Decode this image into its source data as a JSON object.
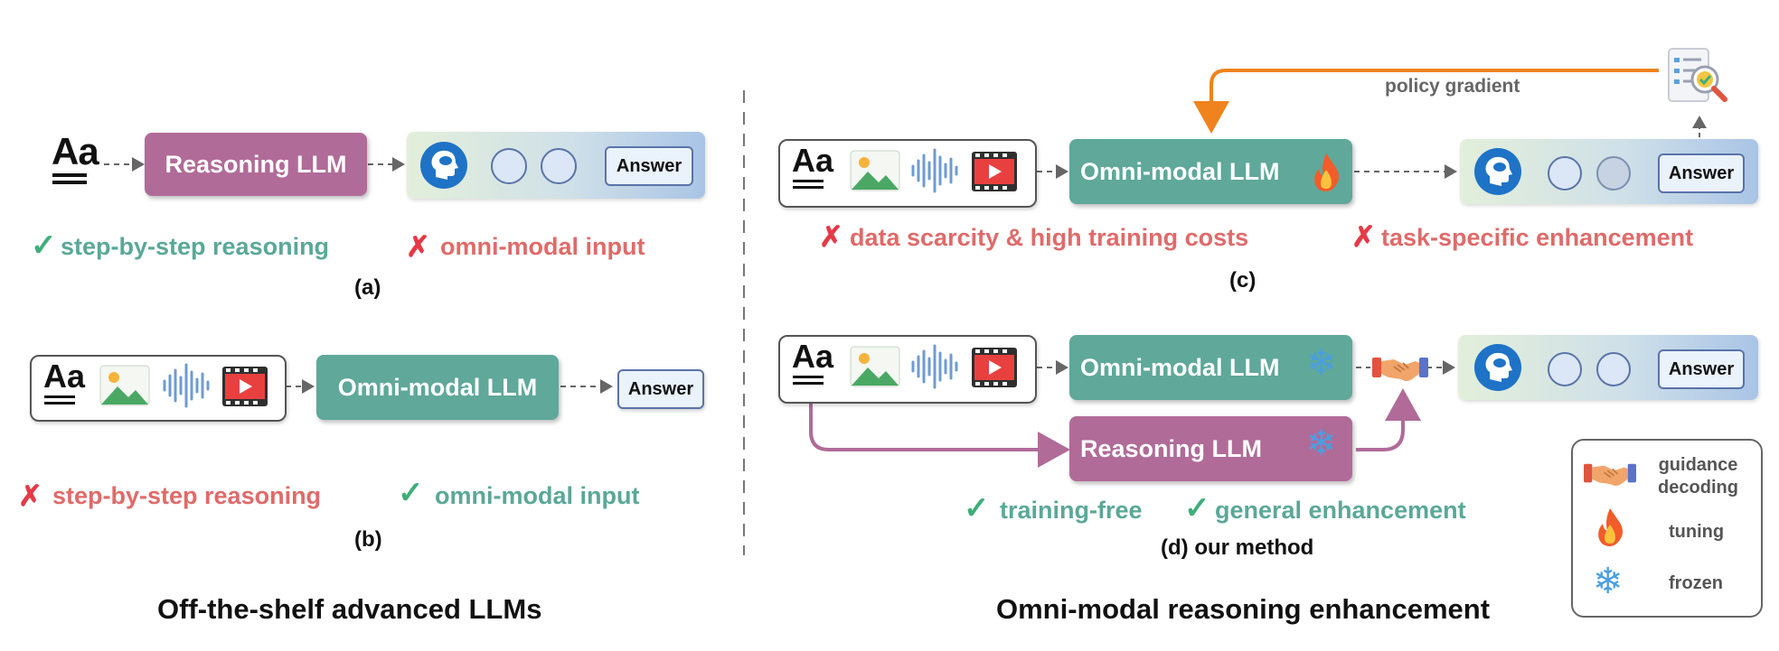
{
  "panel_a": {
    "llm_label": "Reasoning LLM",
    "answer": "Answer",
    "pro": "step-by-step reasoning",
    "con": "omni-modal input",
    "caption": "(a)"
  },
  "panel_b": {
    "llm_label": "Omni-modal LLM",
    "answer": "Answer",
    "con": "step-by-step reasoning",
    "pro": "omni-modal input",
    "caption": "(b)"
  },
  "panel_c": {
    "llm_label": "Omni-modal LLM",
    "answer": "Answer",
    "feedback_label": "policy gradient",
    "con1": "data scarcity & high training costs",
    "con2": "task-specific enhancement",
    "caption": "(c)"
  },
  "panel_d": {
    "omni_label": "Omni-modal LLM",
    "reasoning_label": "Reasoning LLM",
    "answer": "Answer",
    "pro1": "training-free",
    "pro2": "general enhancement",
    "caption": "(d) our method"
  },
  "left_title": "Off-the-shelf advanced LLMs",
  "right_title": "Omni-modal reasoning enhancement",
  "legend": {
    "items": [
      {
        "label": "guidance decoding",
        "icon": "handshake-icon"
      },
      {
        "label": "tuning",
        "icon": "fire-icon"
      },
      {
        "label": "frozen",
        "icon": "snowflake-icon"
      }
    ]
  },
  "text_icon_glyph": "Aa",
  "check_glyph": "✓",
  "cross_glyph": "✗",
  "colors": {
    "reasoning_llm": "#b06b98",
    "omni_llm": "#5fa89a",
    "negative_text": "#e06a6a",
    "positive_text": "#5aa898",
    "policy_arrow": "#f0831e"
  }
}
